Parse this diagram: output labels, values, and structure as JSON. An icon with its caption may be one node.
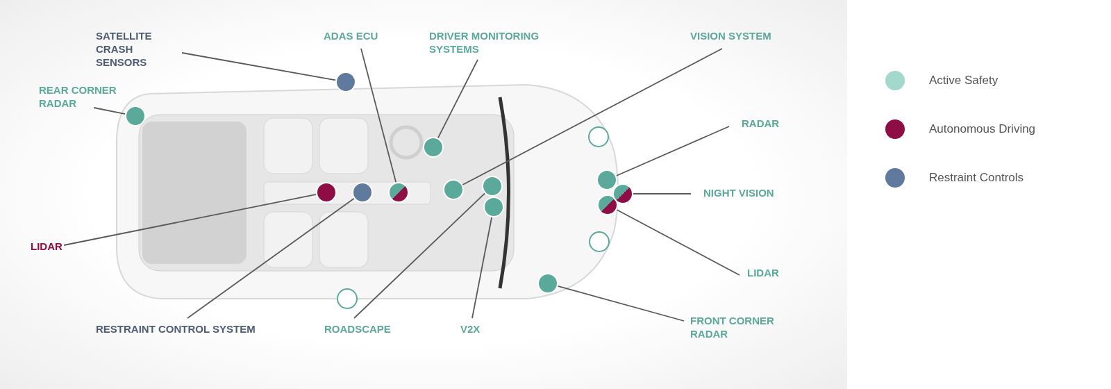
{
  "diagram": {
    "nodes": [
      {
        "text": [
          "SATELLITE CRASH SENSORS"
        ]
      },
      {
        "text": [
          "ADAS ECU"
        ]
      },
      {
        "text": [
          "DRIVER MONITORING SYSTEMS"
        ]
      },
      {
        "text": [
          "VISION SYSTEM"
        ]
      },
      {
        "text": [
          "REAR CORNER RADAR"
        ]
      },
      {
        "text": [
          "RADAR"
        ]
      },
      {
        "text": [
          "NIGHT VISION"
        ]
      },
      {
        "text": [
          "LIDAR"
        ]
      },
      {
        "text": [
          "LIDAR"
        ]
      },
      {
        "text": [
          "FRONT CORNER RADAR"
        ]
      },
      {
        "text": [
          "RESTRAINT CONTROL SYSTEM"
        ]
      },
      {
        "text": [
          "ROADSCAPE"
        ]
      },
      {
        "text": [
          "V2X"
        ]
      },
      {
        "text": [],
        "shape": "circle"
      },
      {
        "text": [],
        "shape": "circle"
      },
      {
        "text": [],
        "shape": "circle"
      },
      {
        "text": [],
        "shape": "circle"
      },
      {
        "text": [],
        "shape": "circle"
      },
      {
        "text": [],
        "shape": "circle"
      },
      {
        "text": [],
        "shape": "circle"
      },
      {
        "text": [],
        "shape": "circle"
      },
      {
        "text": [],
        "shape": "circle"
      },
      {
        "text": [],
        "shape": "circle"
      },
      {
        "text": [],
        "shape": "circle"
      },
      {
        "text": [],
        "shape": "circle"
      },
      {
        "text": [],
        "shape": "circle"
      },
      {
        "text": [],
        "shape": "circle"
      },
      {
        "text": [],
        "shape": "circle"
      },
      {
        "text": [],
        "shape": "circle"
      }
    ],
    "edges": [
      {
        "from": 0,
        "to": 15,
        "arrow": "none"
      },
      {
        "from": 1,
        "to": 18,
        "arrow": "none"
      },
      {
        "from": 2,
        "to": 19,
        "arrow": "none"
      },
      {
        "from": 3,
        "to": 20,
        "arrow": "none"
      },
      {
        "from": 4,
        "to": 13,
        "arrow": "none"
      },
      {
        "from": 5,
        "to": 26,
        "arrow": "none"
      },
      {
        "from": 6,
        "to": 28,
        "arrow": "none"
      },
      {
        "from": 7,
        "to": 14,
        "arrow": "none"
      },
      {
        "from": 8,
        "to": 27,
        "arrow": "none"
      },
      {
        "from": 9,
        "to": 23,
        "arrow": "none"
      },
      {
        "from": 10,
        "to": 17,
        "arrow": "none"
      },
      {
        "from": 11,
        "to": 21,
        "arrow": "none"
      },
      {
        "from": 12,
        "to": 22,
        "arrow": "none"
      }
    ],
    "legend": [
      {
        "text": "Active Safety",
        "color": "#a3d9cd"
      },
      {
        "text": "Autonomous Driving",
        "color": "#8e0d44"
      },
      {
        "text": "Restraint Controls",
        "color": "#5f7a9c"
      }
    ]
  }
}
